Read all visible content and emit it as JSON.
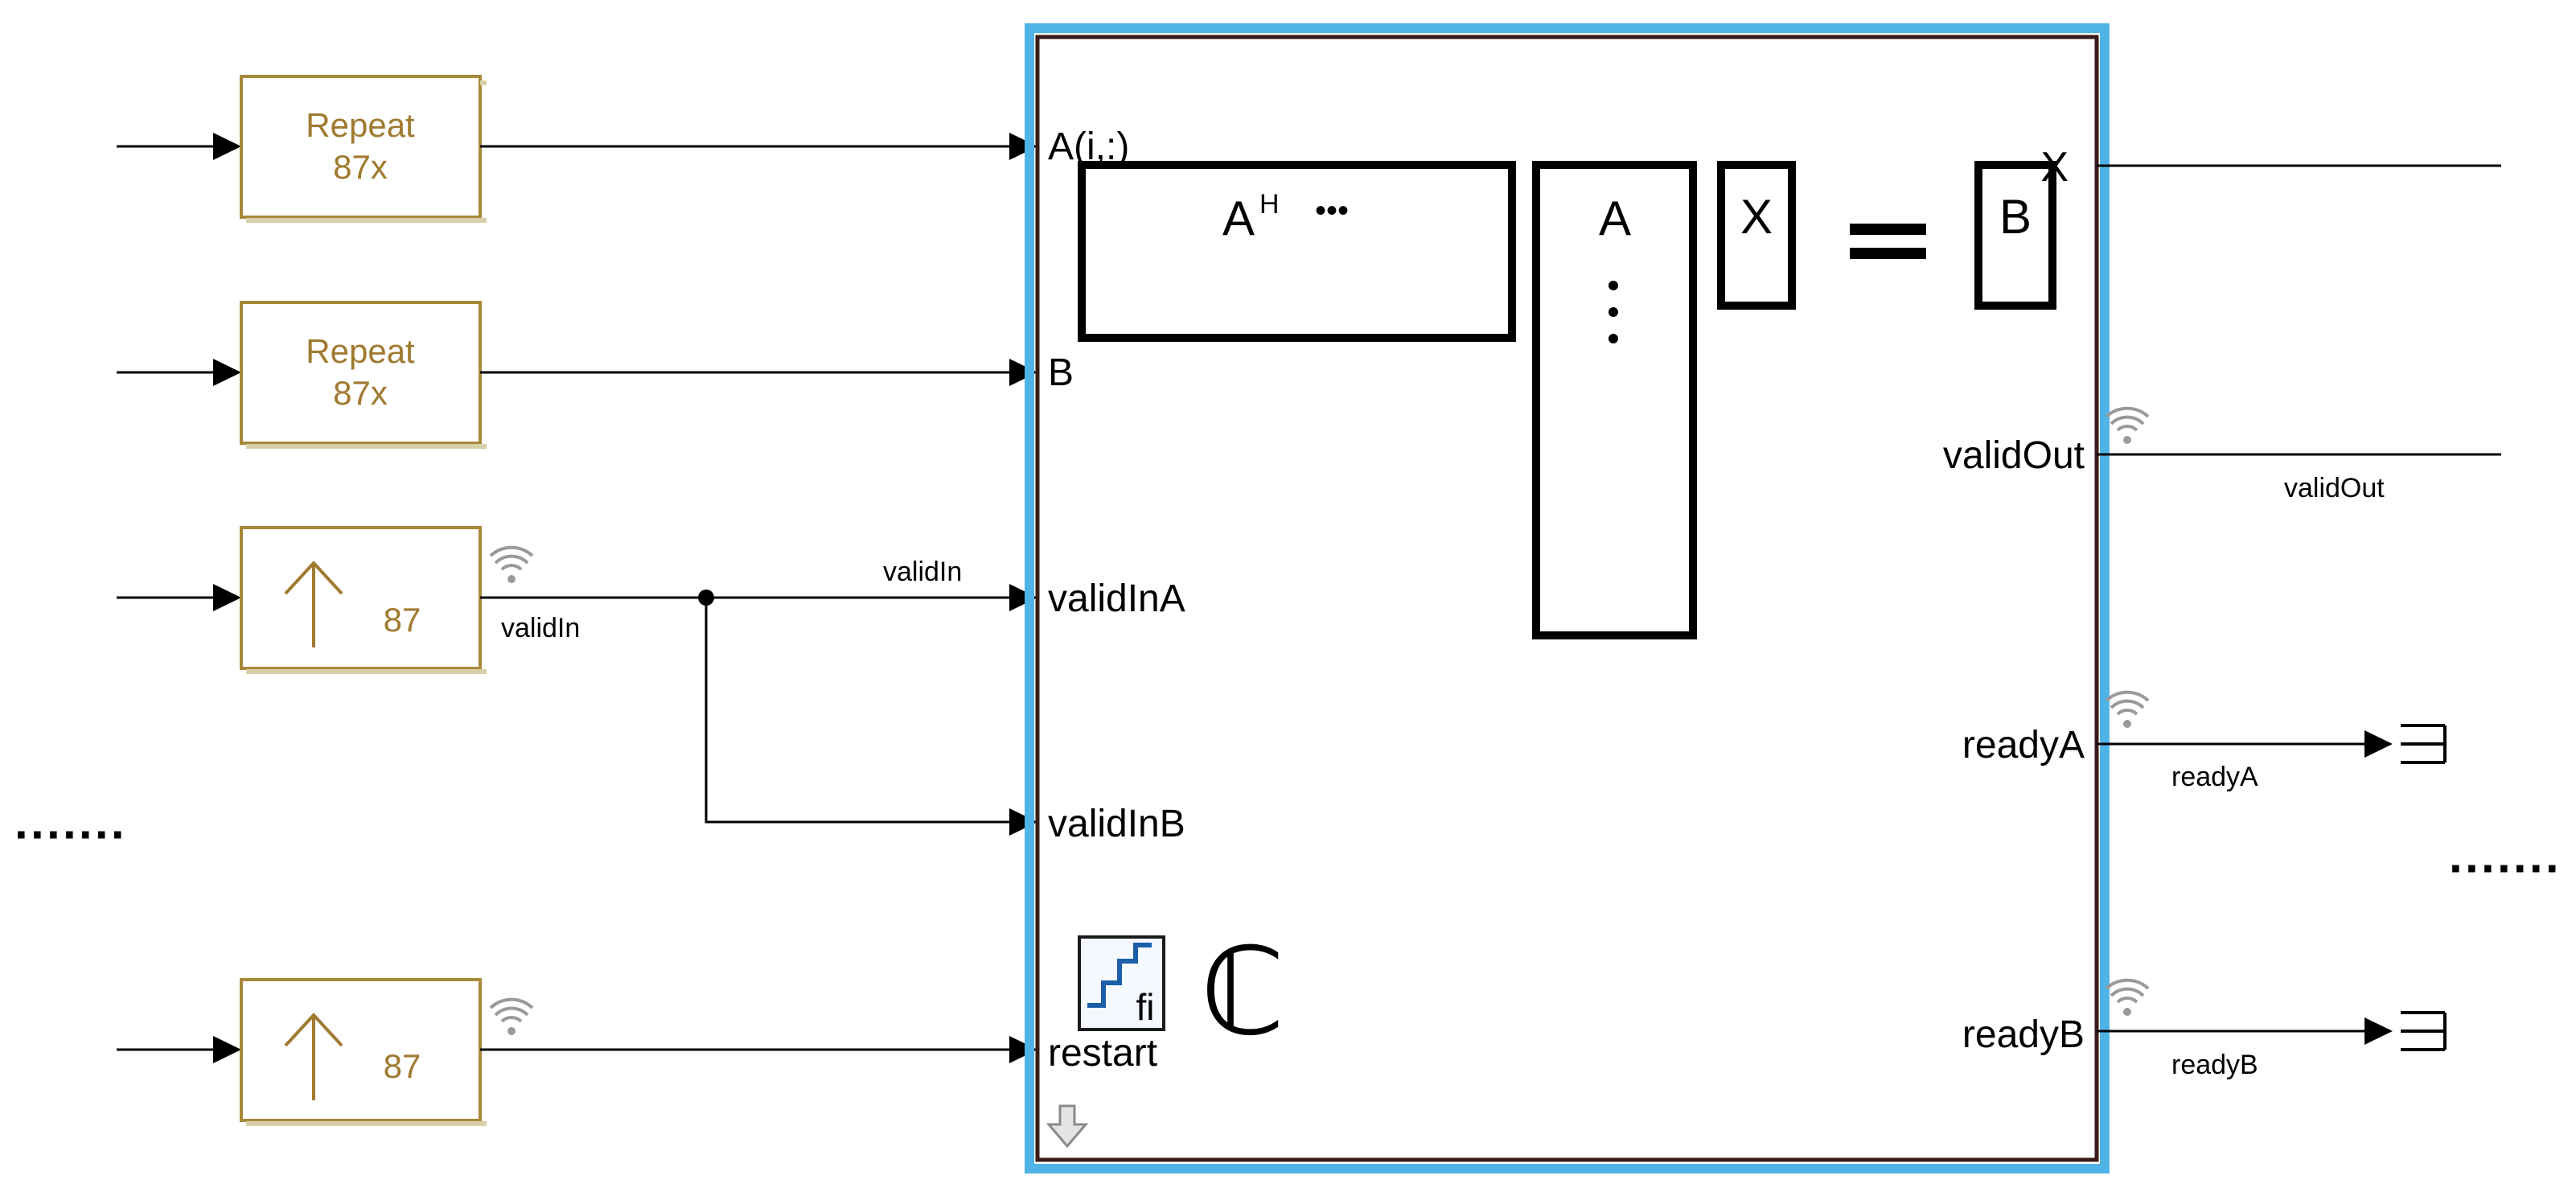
{
  "blocks": {
    "repeat_a": {
      "line1": "Repeat",
      "line2": "87x"
    },
    "repeat_b": {
      "line1": "Repeat",
      "line2": "87x"
    },
    "upsample_valid": {
      "factor": "87"
    },
    "upsample_restart": {
      "factor": "87"
    }
  },
  "signals": {
    "validin_branch": "validIn",
    "validin_wire": "validIn",
    "validout_wire": "validOut",
    "readya_wire": "readyA",
    "readyb_wire": "readyB"
  },
  "main_block": {
    "inputs": {
      "a": "A(i,:)",
      "b": "B",
      "validina": "validInA",
      "validinb": "validInB",
      "restart": "restart"
    },
    "outputs": {
      "x": "X",
      "validout": "validOut",
      "readya": "readyA",
      "readyb": "readyB"
    },
    "icon": {
      "ah": "A",
      "ah_sup": "H",
      "ah_dots": "•••",
      "a": "A",
      "a_dots": "⋮",
      "x": "X",
      "equals": "=",
      "b": "B",
      "fi": "fi",
      "complex": "ℂ"
    }
  },
  "ellipsis_left": "·······",
  "ellipsis_right": "·······",
  "colors": {
    "block_border": "#a8883a",
    "block_text": "#a07a30",
    "selection": "#4fb3e8",
    "subsystem_border": "#3a1a1a",
    "wire": "#000000",
    "fixedpoint_icon": "#1a5fa8"
  }
}
